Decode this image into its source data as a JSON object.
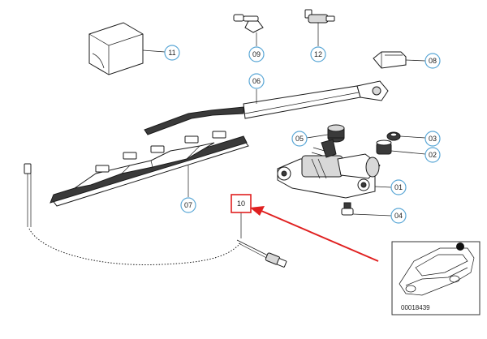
{
  "callouts": {
    "c11": "11",
    "c09": "09",
    "c12": "12",
    "c08": "08",
    "c06": "06",
    "c05": "05",
    "c03": "03",
    "c02": "02",
    "c01": "01",
    "c04": "04",
    "c07": "07",
    "c10": "10"
  },
  "reference_number": "00018439",
  "colors": {
    "callout_outline": "#5aa7d6",
    "highlight": "#e02020"
  }
}
